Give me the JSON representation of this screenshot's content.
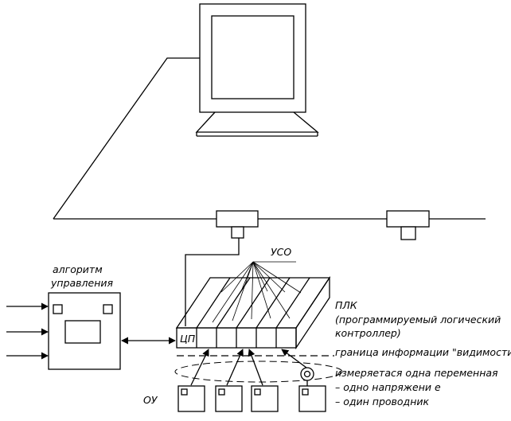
{
  "labels": {
    "uso": "УСО",
    "algo_line1": "алгоритм",
    "algo_line2": "управления",
    "plc_line1": "ПЛК",
    "plc_line2": "(программируемый логический",
    "plc_line3": "контроллер)",
    "cp": "ЦП",
    "boundary": "граница информации \"видимости\"",
    "measured": "измеряетася одна переменная",
    "bullet1": "– одно напряжени е",
    "bullet2": "– один проводник",
    "ou": "ОУ"
  }
}
